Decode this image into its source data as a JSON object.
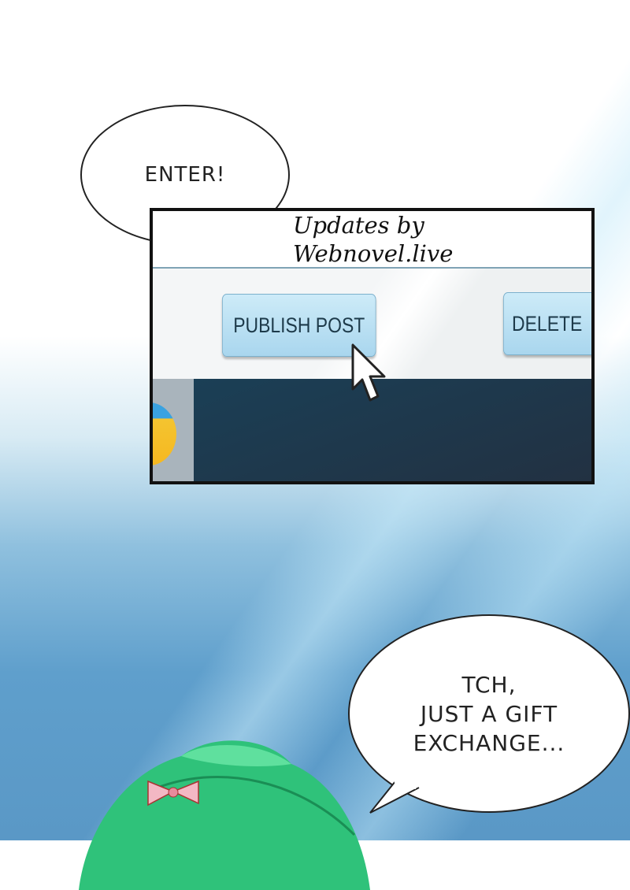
{
  "bubbles": {
    "top": "ENTER!",
    "bottom": [
      "TCH,",
      "JUST A GIFT",
      "EXCHANGE..."
    ]
  },
  "watermark": [
    "Updates by",
    "Webnovel.live"
  ],
  "screen": {
    "publish_label": "PUBLISH POST",
    "delete_label": "DELETE"
  }
}
